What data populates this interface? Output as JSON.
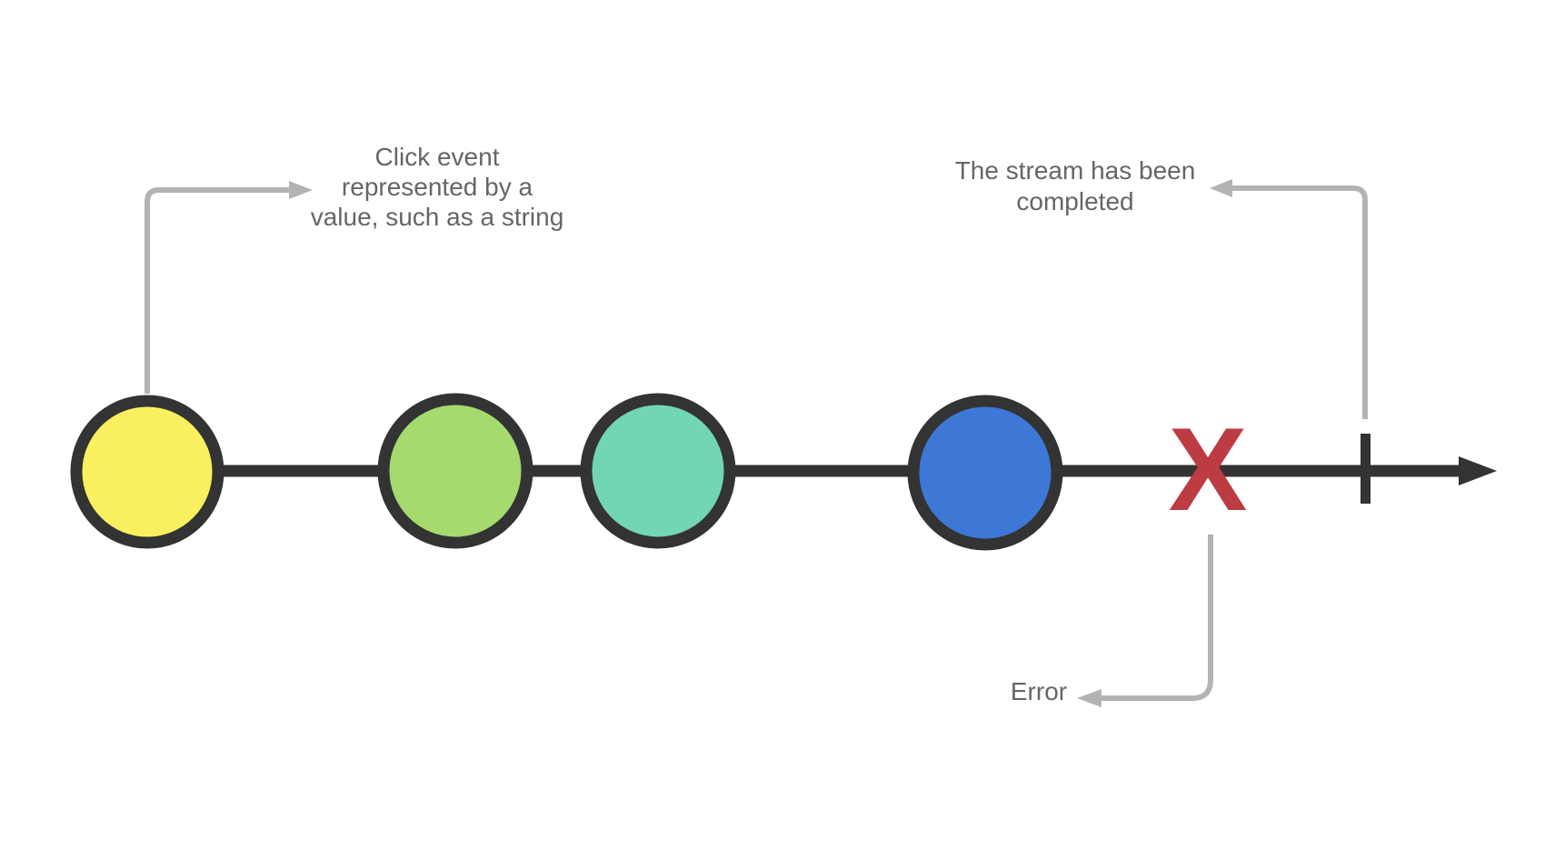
{
  "diagram": {
    "type": "rx-marble-stream-diagram",
    "colors": {
      "background": "#ffffff",
      "timeline": "#333333",
      "marble_stroke": "#333333",
      "annotation": "#b3b3b3",
      "text": "#666666",
      "error": "#bd3b43"
    },
    "marbles": [
      {
        "id": "marble-1",
        "color": "#f8f05f"
      },
      {
        "id": "marble-2",
        "color": "#a4da6e"
      },
      {
        "id": "marble-3",
        "color": "#72d5b6"
      },
      {
        "id": "marble-4",
        "color": "#3d78d6"
      }
    ],
    "error_glyph": "X",
    "annotations": {
      "value": {
        "line1": "Click event",
        "line2": "represented by a",
        "line3": "value, such as a string"
      },
      "complete": {
        "line1": "The stream has been",
        "line2": "completed"
      },
      "error": {
        "label": "Error"
      }
    }
  }
}
